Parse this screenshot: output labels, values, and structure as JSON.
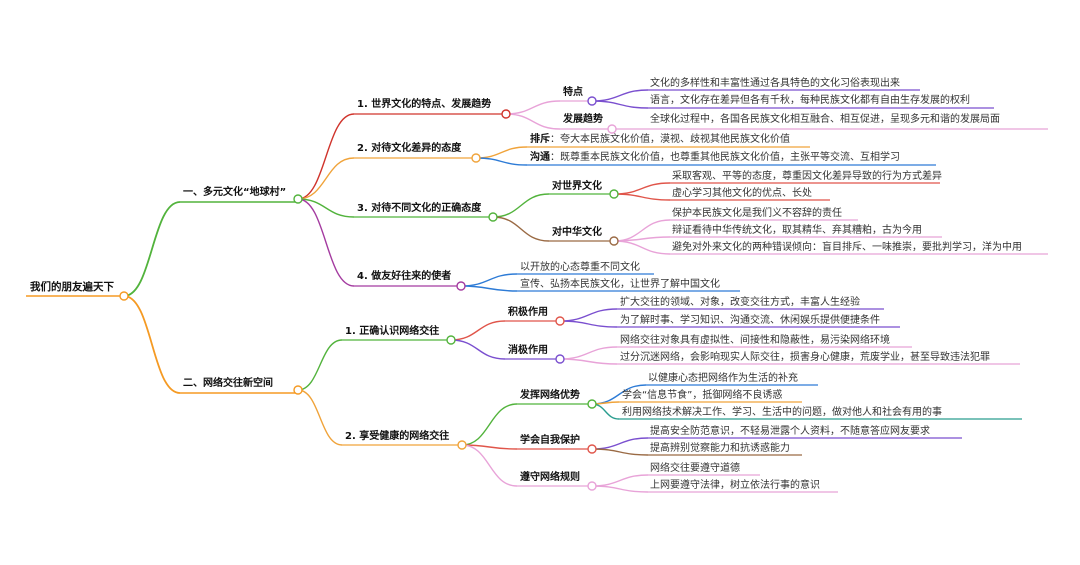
{
  "colors": {
    "root": "#f59a23",
    "b1": "#52b33c",
    "b2": "#f59a23",
    "b1_1": "#d0342c",
    "b1_2": "#f0a33a",
    "b1_3": "#52b33c",
    "b1_4": "#a43ba0",
    "b2_1": "#52b33c",
    "b2_2": "#f0a33a",
    "g_pink": "#e8a3d8",
    "g_purple": "#7a4fcf",
    "g_orange": "#f0a33a",
    "g_blue": "#2d7bd6",
    "g_red": "#e0554a",
    "g_brown": "#9a6a44",
    "g_teal": "#2a9d8f",
    "g_green": "#52b33c"
  },
  "root": {
    "label": "我们的朋友遍天下"
  },
  "branch1": {
    "label": "一、多元文化“地球村”",
    "s1": {
      "label": "1. 世界文化的特点、发展趋势",
      "a": {
        "label": "特点",
        "items": [
          "文化的多样性和丰富性通过各具特色的文化习俗表现出来",
          "语言，文化存在差异但各有千秋，每种民族文化都有自由生存发展的权利"
        ]
      },
      "b": {
        "label": "发展趋势",
        "text": "全球化过程中，各国各民族文化相互融合、相互促进，呈现多元和谐的发展局面"
      }
    },
    "s2": {
      "label": "2. 对待文化差异的态度",
      "a": {
        "label": "排斥",
        "text": "：夸大本民族文化价值，漠视、歧视其他民族文化价值"
      },
      "b": {
        "label": "沟通",
        "text": "：既尊重本民族文化价值，也尊重其他民族文化价值，主张平等交流、互相学习"
      }
    },
    "s3": {
      "label": "3. 对待不同文化的正确态度",
      "a": {
        "label": "对世界文化",
        "items": [
          "采取客观、平等的态度，尊重因文化差异导致的行为方式差异",
          "虚心学习其他文化的优点、长处"
        ]
      },
      "b": {
        "label": "对中华文化",
        "items": [
          "保护本民族文化是我们义不容辞的责任",
          "辩证看待中华传统文化，取其精华、弃其糟粕，古为今用",
          "避免对外来文化的两种错误倾向：盲目排斥、一味推崇，要批判学习，洋为中用"
        ]
      }
    },
    "s4": {
      "label": "4. 做友好往来的使者",
      "items": [
        "以开放的心态尊重不同文化",
        "宣传、弘扬本民族文化，让世界了解中国文化"
      ]
    }
  },
  "branch2": {
    "label": "二、网络交往新空间",
    "s1": {
      "label": "1. 正确认识网络交往",
      "a": {
        "label": "积极作用",
        "items": [
          "扩大交往的领域、对象，改变交往方式，丰富人生经验",
          "为了解时事、学习知识、沟通交流、休闲娱乐提供便捷条件"
        ]
      },
      "b": {
        "label": "消极作用",
        "items": [
          "网络交往对象具有虚拟性、间接性和隐蔽性，易污染网络环境",
          "过分沉迷网络，会影响现实人际交往，损害身心健康，荒废学业，甚至导致违法犯罪"
        ]
      }
    },
    "s2": {
      "label": "2. 享受健康的网络交往",
      "a": {
        "label": "发挥网络优势",
        "items": [
          "以健康心态把网络作为生活的补充",
          "学会“信息节食”，抵御网络不良诱惑",
          "利用网络技术解决工作、学习、生活中的问题，做对他人和社会有用的事"
        ]
      },
      "b": {
        "label": "学会自我保护",
        "items": [
          "提高安全防范意识，不轻易泄露个人资料，不随意答应网友要求",
          "提高辨别觉察能力和抗诱惑能力"
        ]
      },
      "c": {
        "label": "遵守网络规则",
        "items": [
          "网络交往要遵守道德",
          "上网要遵守法律，树立依法行事的意识"
        ]
      }
    }
  }
}
